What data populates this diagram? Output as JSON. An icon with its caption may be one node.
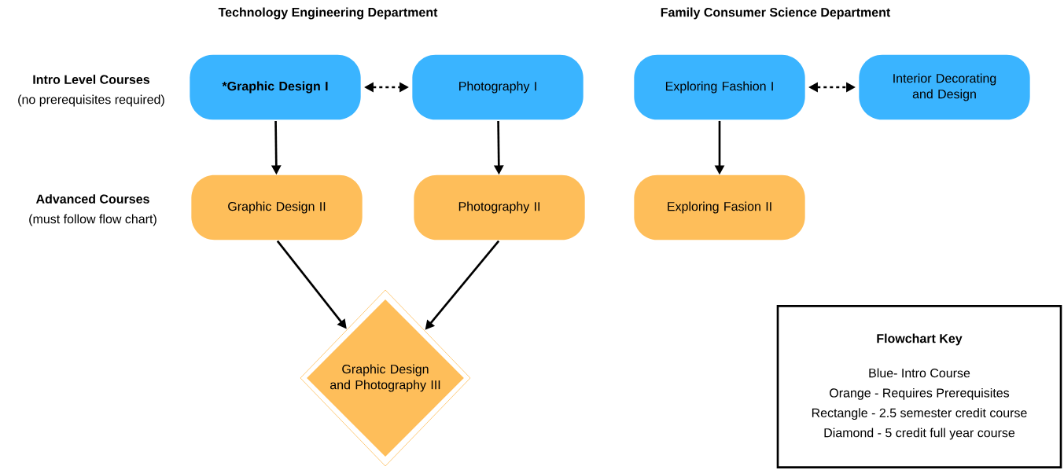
{
  "diagram": {
    "nodes": [
      {
        "text": [
          "*Graphic Design I"
        ]
      },
      {
        "text": [
          "Photography I"
        ]
      },
      {
        "text": [
          "Exploring Fashion I"
        ]
      },
      {
        "text": [
          "Interior Decorating and Design"
        ]
      },
      {
        "text": [
          "Graphic Design II"
        ]
      },
      {
        "text": [
          "Photography II"
        ]
      },
      {
        "text": [
          "Exploring Fasion II"
        ]
      },
      {
        "text": [
          "Graphic Design and Photography III"
        ]
      },
      {
        "text": [
          "Flowchart Key",
          "Blue- Intro Course",
          "Orange - Requires Prerequisites",
          "Rectangle - 2.5 semester credit course",
          "Diamond - 5 credit full year course"
        ]
      }
    ],
    "edges": [
      {
        "from": 0,
        "to": 1,
        "arrow": "both",
        "style": "dashed"
      },
      {
        "from": 2,
        "to": 3,
        "arrow": "both",
        "style": "dashed"
      },
      {
        "from": 0,
        "to": 4,
        "arrow": "to"
      },
      {
        "from": 1,
        "to": 5,
        "arrow": "to"
      },
      {
        "from": 2,
        "to": 6,
        "arrow": "to"
      },
      {
        "from": 4,
        "to": 7,
        "arrow": "to"
      },
      {
        "from": 5,
        "to": 7,
        "arrow": "to"
      }
    ],
    "labels": [
      "Technology Engineering Department",
      "Family Consumer Science Department",
      "Intro Level Courses",
      "(no prerequisites required)",
      "Advanced Courses",
      "(must follow flow chart)"
    ]
  }
}
